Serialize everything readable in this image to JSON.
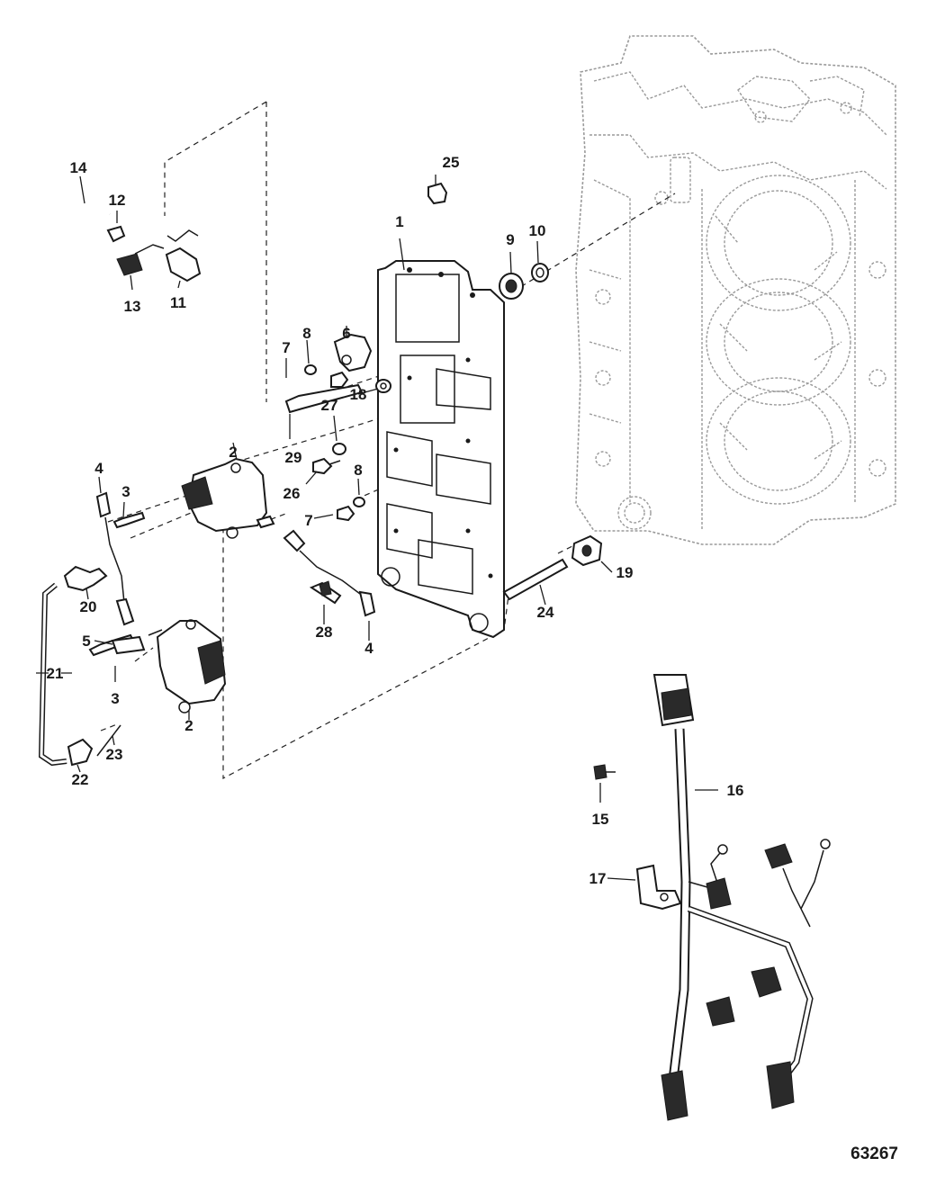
{
  "figure": {
    "id": "63267"
  },
  "callouts": [
    {
      "key": "c1",
      "label": "1"
    },
    {
      "key": "c2a",
      "label": "2"
    },
    {
      "key": "c2b",
      "label": "2"
    },
    {
      "key": "c3a",
      "label": "3"
    },
    {
      "key": "c3b",
      "label": "3"
    },
    {
      "key": "c4a",
      "label": "4"
    },
    {
      "key": "c4b",
      "label": "4"
    },
    {
      "key": "c5",
      "label": "5"
    },
    {
      "key": "c6",
      "label": "6"
    },
    {
      "key": "c7a",
      "label": "7"
    },
    {
      "key": "c7b",
      "label": "7"
    },
    {
      "key": "c8a",
      "label": "8"
    },
    {
      "key": "c8b",
      "label": "8"
    },
    {
      "key": "c9",
      "label": "9"
    },
    {
      "key": "c10",
      "label": "10"
    },
    {
      "key": "c11",
      "label": "11"
    },
    {
      "key": "c12",
      "label": "12"
    },
    {
      "key": "c13",
      "label": "13"
    },
    {
      "key": "c14",
      "label": "14"
    },
    {
      "key": "c15",
      "label": "15"
    },
    {
      "key": "c16",
      "label": "16"
    },
    {
      "key": "c17",
      "label": "17"
    },
    {
      "key": "c18",
      "label": "18"
    },
    {
      "key": "c19",
      "label": "19"
    },
    {
      "key": "c20",
      "label": "20"
    },
    {
      "key": "c21",
      "label": "21"
    },
    {
      "key": "c22",
      "label": "22"
    },
    {
      "key": "c23",
      "label": "23"
    },
    {
      "key": "c24",
      "label": "24"
    },
    {
      "key": "c25",
      "label": "25"
    },
    {
      "key": "c26",
      "label": "26"
    },
    {
      "key": "c27",
      "label": "27"
    },
    {
      "key": "c28",
      "label": "28"
    },
    {
      "key": "c29",
      "label": "29"
    }
  ]
}
